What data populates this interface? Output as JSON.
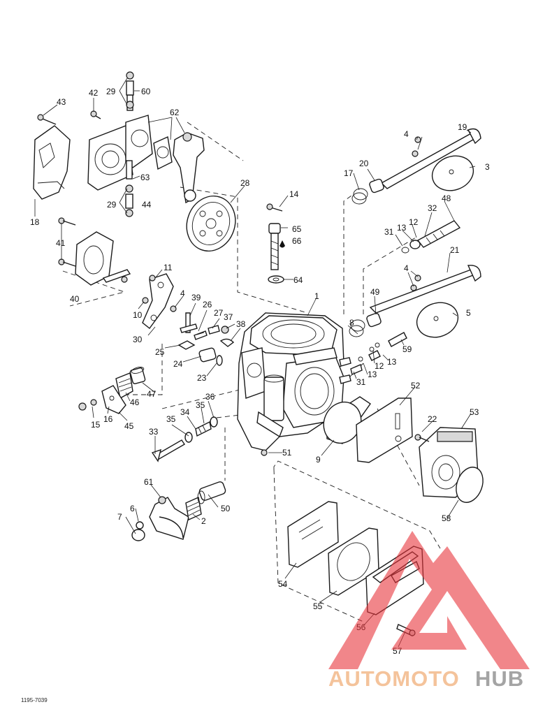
{
  "figure_code": "1195-7039",
  "callouts": [
    {
      "label": "43"
    },
    {
      "label": "42"
    },
    {
      "label": "29"
    },
    {
      "label": "60"
    },
    {
      "label": "62"
    },
    {
      "label": "63"
    },
    {
      "label": "29"
    },
    {
      "label": "44"
    },
    {
      "label": "18"
    },
    {
      "label": "28"
    },
    {
      "label": "14"
    },
    {
      "label": "65"
    },
    {
      "label": "66"
    },
    {
      "label": "64"
    },
    {
      "label": "41"
    },
    {
      "label": "40"
    },
    {
      "label": "11"
    },
    {
      "label": "10"
    },
    {
      "label": "4"
    },
    {
      "label": "39"
    },
    {
      "label": "26"
    },
    {
      "label": "27"
    },
    {
      "label": "37"
    },
    {
      "label": "38"
    },
    {
      "label": "30"
    },
    {
      "label": "25"
    },
    {
      "label": "24"
    },
    {
      "label": "23"
    },
    {
      "label": "1"
    },
    {
      "label": "47"
    },
    {
      "label": "46"
    },
    {
      "label": "15"
    },
    {
      "label": "16"
    },
    {
      "label": "45"
    },
    {
      "label": "35"
    },
    {
      "label": "36"
    },
    {
      "label": "35"
    },
    {
      "label": "34"
    },
    {
      "label": "33"
    },
    {
      "label": "4"
    },
    {
      "label": "19"
    },
    {
      "label": "17"
    },
    {
      "label": "20"
    },
    {
      "label": "3"
    },
    {
      "label": "48"
    },
    {
      "label": "32"
    },
    {
      "label": "31"
    },
    {
      "label": "13"
    },
    {
      "label": "12"
    },
    {
      "label": "21"
    },
    {
      "label": "4"
    },
    {
      "label": "49"
    },
    {
      "label": "5"
    },
    {
      "label": "8"
    },
    {
      "label": "59"
    },
    {
      "label": "12"
    },
    {
      "label": "13"
    },
    {
      "label": "13"
    },
    {
      "label": "31"
    },
    {
      "label": "52"
    },
    {
      "label": "22"
    },
    {
      "label": "53"
    },
    {
      "label": "51"
    },
    {
      "label": "9"
    },
    {
      "label": "58"
    },
    {
      "label": "61"
    },
    {
      "label": "50"
    },
    {
      "label": "6"
    },
    {
      "label": "7"
    },
    {
      "label": "2"
    },
    {
      "label": "54"
    },
    {
      "label": "55"
    },
    {
      "label": "56"
    },
    {
      "label": "57"
    }
  ],
  "watermark": {
    "text_part1": "AUTOMOTO",
    "text_part2": "HUB",
    "color_part1": "#f2b98a",
    "color_part2": "#9a9a9a",
    "logo_color": "#e8343a"
  }
}
